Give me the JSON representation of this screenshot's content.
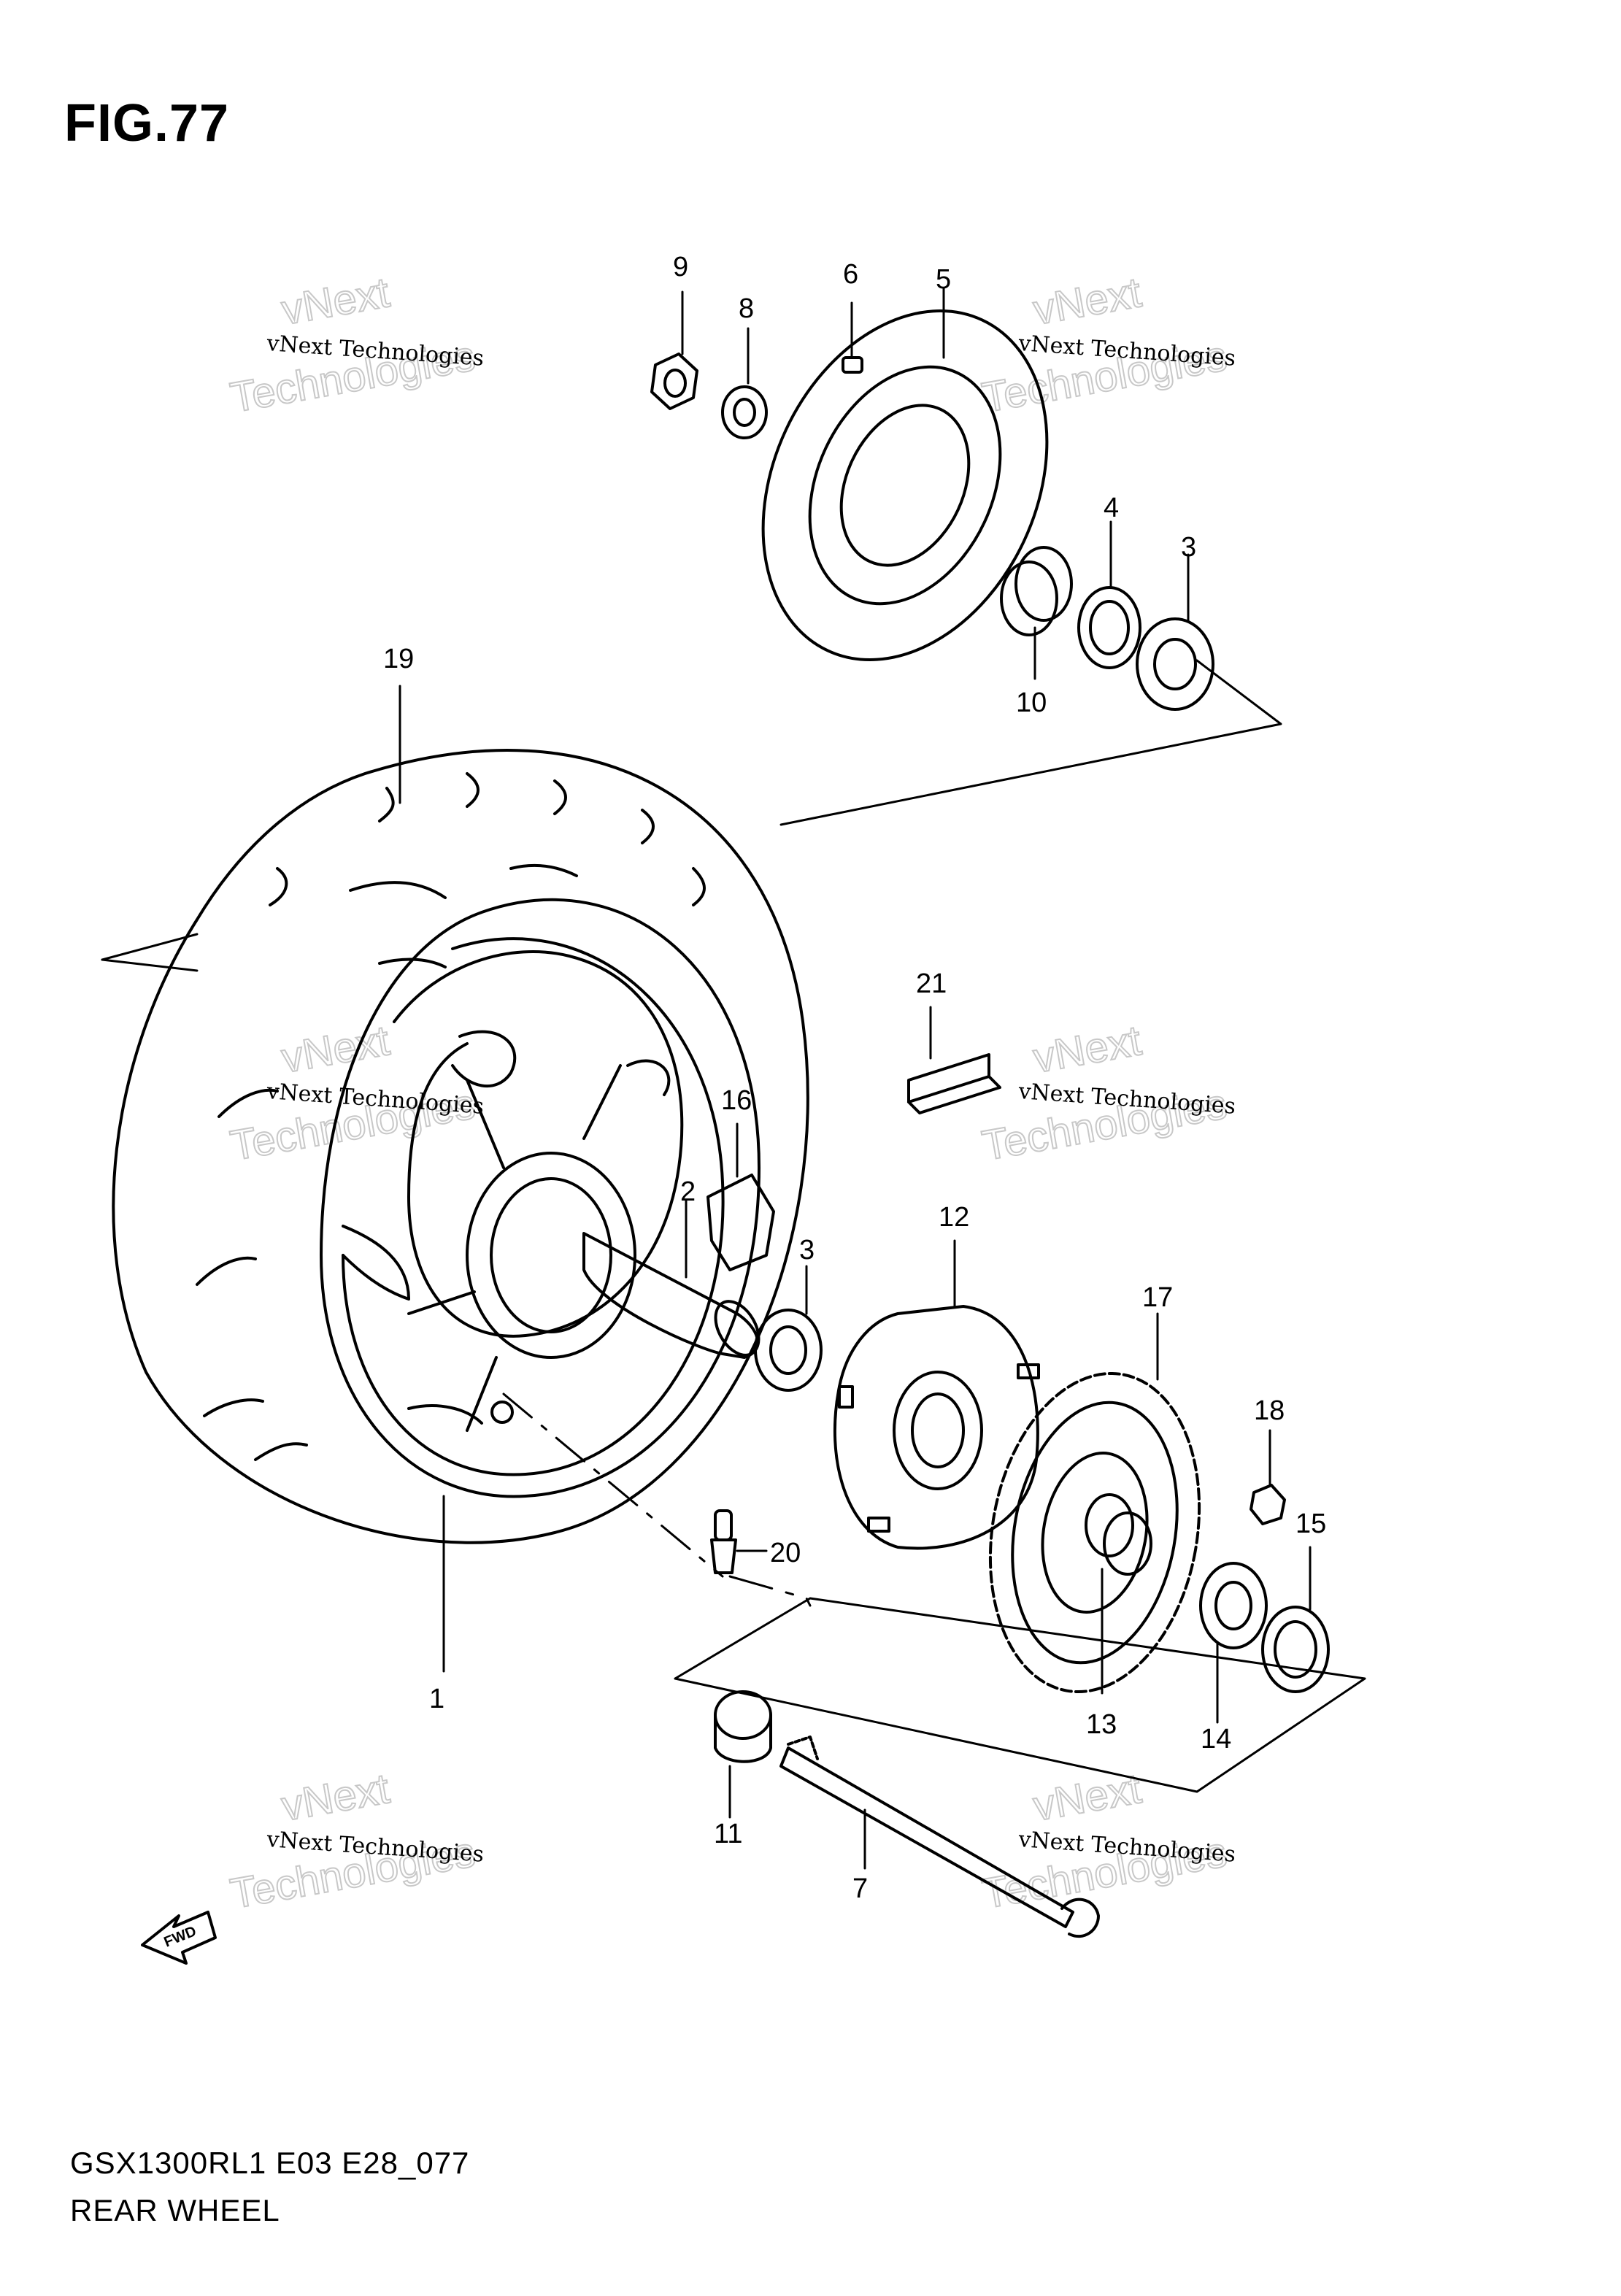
{
  "figure": {
    "title": "FIG.77"
  },
  "footer": {
    "model_code": "GSX1300RL1 E03 E28_077",
    "section_name": "REAR WHEEL"
  },
  "watermark": {
    "small": "vNext Technologies",
    "large_1": "vNext",
    "large_2": "Technologies"
  },
  "fwd_label": "FWD",
  "callouts": [
    {
      "label": "1"
    },
    {
      "label": "2"
    },
    {
      "label": "3"
    },
    {
      "label": "3"
    },
    {
      "label": "4"
    },
    {
      "label": "5"
    },
    {
      "label": "6"
    },
    {
      "label": "7"
    },
    {
      "label": "8"
    },
    {
      "label": "9"
    },
    {
      "label": "10"
    },
    {
      "label": "11"
    },
    {
      "label": "12"
    },
    {
      "label": "13"
    },
    {
      "label": "14"
    },
    {
      "label": "15"
    },
    {
      "label": "16"
    },
    {
      "label": "17"
    },
    {
      "label": "18"
    },
    {
      "label": "19"
    },
    {
      "label": "20"
    },
    {
      "label": "21"
    }
  ]
}
